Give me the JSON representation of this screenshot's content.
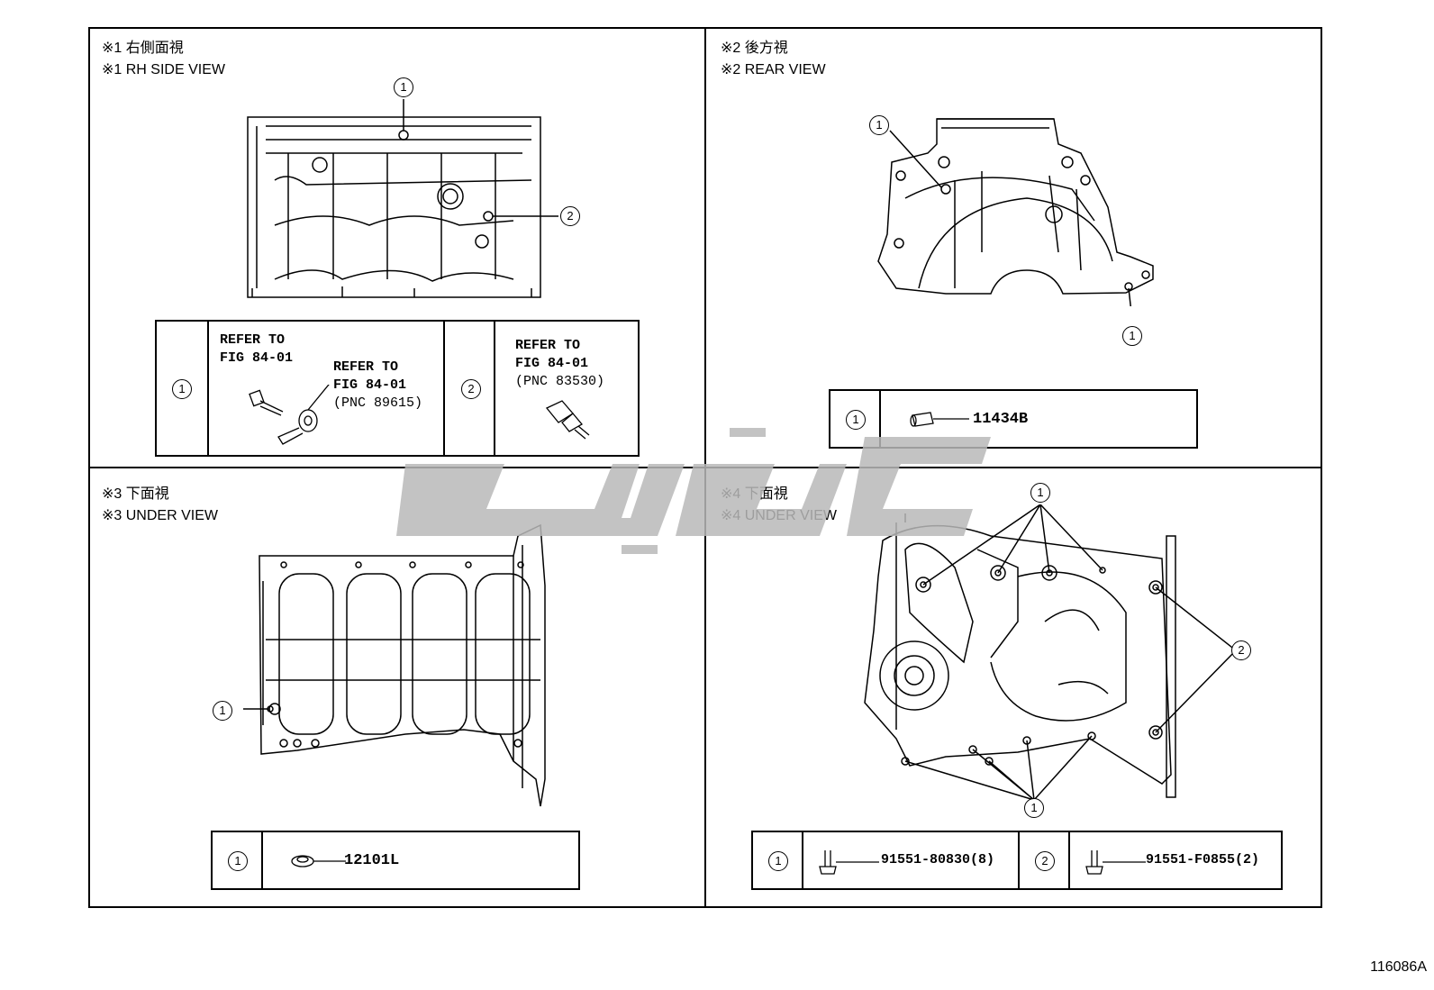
{
  "panels": {
    "p1": {
      "title_jp": "※1 右側面視",
      "title_en": "※1 RH SIDE VIEW"
    },
    "p2": {
      "title_jp": "※2 後方視",
      "title_en": "※2 REAR VIEW"
    },
    "p3": {
      "title_jp": "※3 下面視",
      "title_en": "※3 UNDER VIEW"
    },
    "p4": {
      "title_jp": "※4 下面視",
      "title_en": "※4 UNDER VIEW"
    }
  },
  "callouts": {
    "one": "1",
    "two": "2"
  },
  "legends": {
    "p1": {
      "item1_a_line1": "REFER TO",
      "item1_a_line2": "FIG 84-01",
      "item1_b_line1": "REFER TO",
      "item1_b_line2": "FIG 84-01",
      "item1_b_line3": "(PNC 89615)",
      "item2_line1": "REFER TO",
      "item2_line2": "FIG 84-01",
      "item2_line3": "(PNC 83530)"
    },
    "p2": {
      "item1_code": "11434B"
    },
    "p3": {
      "item1_code": "12101L"
    },
    "p4": {
      "item1_code": "91551-80830(8)",
      "item2_code": "91551-F0855(2)"
    }
  },
  "figure_id": "116086A",
  "colors": {
    "line": "#000000",
    "watermark": "#b9b9b9"
  }
}
